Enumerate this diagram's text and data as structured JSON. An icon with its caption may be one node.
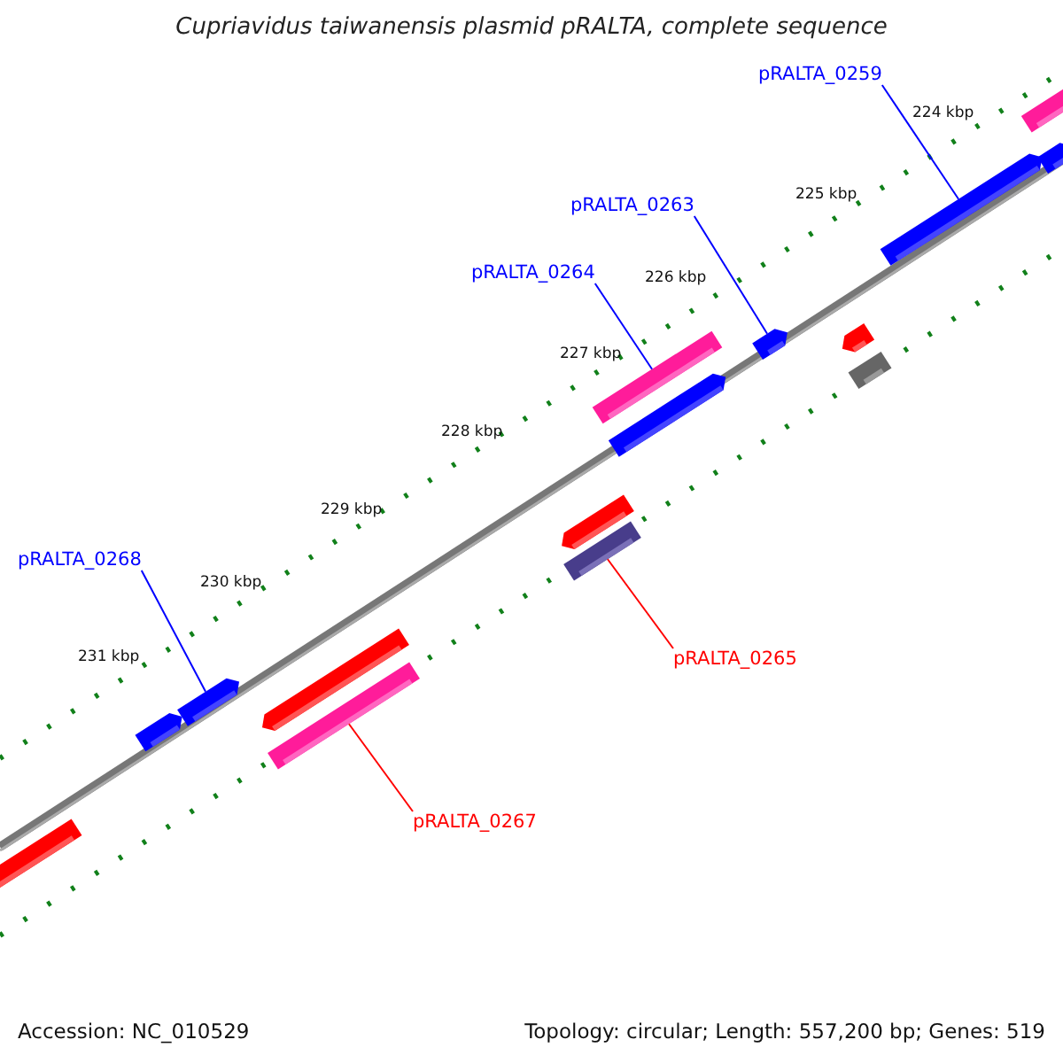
{
  "diagram": {
    "title": "Cupriavidus taiwanensis plasmid pRALTA, complete sequence",
    "nodes": [
      {
        "text": [
          "pRALTA_0259"
        ]
      },
      {
        "text": [
          "pRALTA_0263"
        ]
      },
      {
        "text": [
          "pRALTA_0264"
        ]
      },
      {
        "text": [
          "pRALTA_0268"
        ]
      },
      {
        "text": [
          "pRALTA_0265"
        ]
      },
      {
        "text": [
          "pRALTA_0267"
        ]
      },
      {
        "text": [],
        "shape": "arrow"
      },
      {
        "text": [],
        "shape": "arrow"
      },
      {
        "text": [],
        "shape": "arrow"
      },
      {
        "text": [],
        "shape": "arrow"
      },
      {
        "text": [],
        "shape": "bar"
      },
      {
        "text": [],
        "shape": "arrow"
      },
      {
        "text": [],
        "shape": "bar"
      },
      {
        "text": [],
        "shape": "bar"
      },
      {
        "text": [],
        "shape": "arrow"
      },
      {
        "text": [],
        "shape": "arrow"
      },
      {
        "text": [],
        "shape": "arrow"
      },
      {
        "text": [],
        "shape": "bar"
      },
      {
        "text": [],
        "shape": "arrow"
      },
      {
        "text": [],
        "shape": "bar"
      },
      {
        "text": [],
        "shape": "arrow"
      }
    ],
    "edges": [
      {
        "from": 0,
        "to": 18,
        "arrow": "none"
      },
      {
        "from": 1,
        "to": 15,
        "arrow": "none"
      },
      {
        "from": 2,
        "to": 13,
        "arrow": "none"
      },
      {
        "from": 3,
        "to": 8,
        "arrow": "none"
      },
      {
        "from": 4,
        "to": 12,
        "arrow": "none",
        "color": "#ff0000"
      },
      {
        "from": 5,
        "to": 10,
        "arrow": "none",
        "color": "#ff0000"
      }
    ],
    "labels": [
      "224 kbp",
      "225 kbp",
      "226 kbp",
      "227 kbp",
      "228 kbp",
      "229 kbp",
      "230 kbp",
      "231 kbp",
      "Accession: NC_010529",
      "Topology: circular; Length: 557,200 bp; Genes: 519"
    ]
  }
}
